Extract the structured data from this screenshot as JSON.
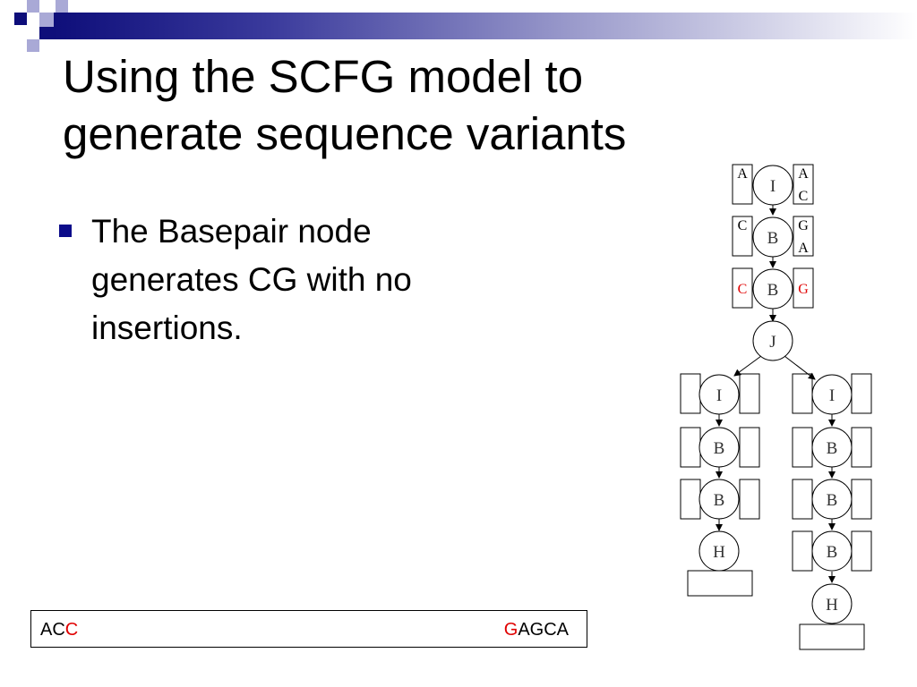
{
  "title": {
    "line1": "Using the SCFG model to",
    "line2": "generate sequence variants"
  },
  "bullets": [
    {
      "line1": "The Basepair node",
      "line2": "generates CG with no",
      "line3": "insertions."
    }
  ],
  "sequence": {
    "left_black": "AC",
    "left_red": "C",
    "right_red": "G",
    "right_black": "AGCA"
  },
  "diagram": {
    "nodes": {
      "n1": "I",
      "n2": "B",
      "n3": "B",
      "n4": "J",
      "l1": "I",
      "l2": "B",
      "l3": "B",
      "l4": "H",
      "r1": "I",
      "r2": "B",
      "r3": "B",
      "r4": "B",
      "r5": "H"
    },
    "boxes": {
      "n1_left": "A",
      "n1_right_1": "A",
      "n1_right_2": "C",
      "n2_left": "C",
      "n2_right_1": "G",
      "n2_right_2": "A",
      "n3_left": "C",
      "n3_right": "G"
    }
  },
  "colors": {
    "accent": "#0e0e7a",
    "highlight": "#e00000"
  }
}
